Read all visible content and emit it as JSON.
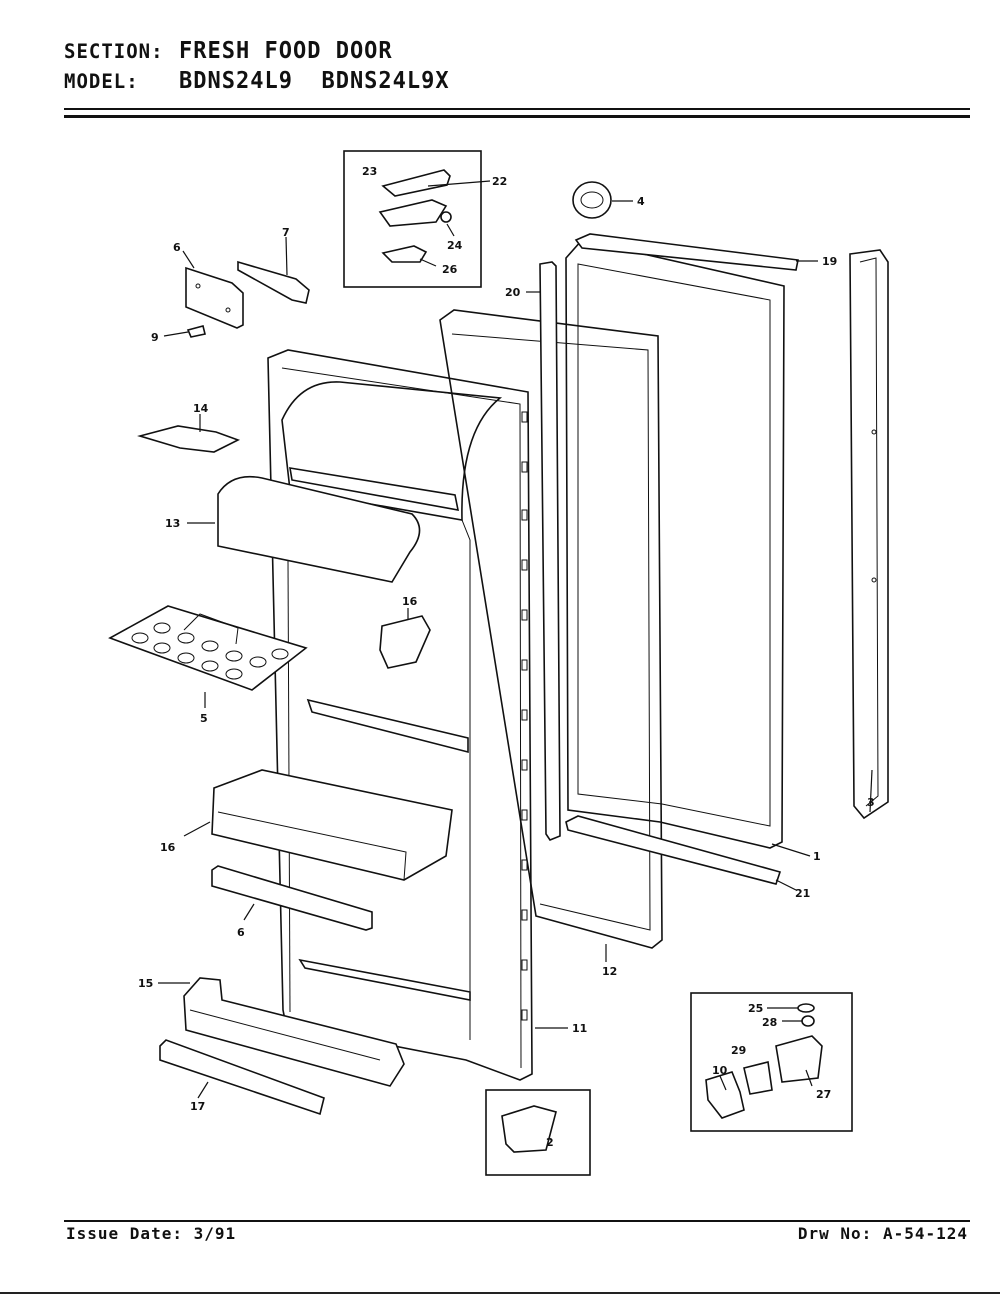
{
  "header": {
    "section_label": "SECTION:",
    "section_value": "FRESH FOOD DOOR",
    "model_label": "MODEL:",
    "model_value": "BDNS24L9  BDNS24L9X"
  },
  "footer": {
    "issue_date": "Issue Date: 3/91",
    "drawing_number": "Drw No: A-54-124"
  },
  "callouts": {
    "c1": "1",
    "c2": "2",
    "c3": "3",
    "c4": "4",
    "c5": "5",
    "c6a": "6",
    "c6b": "6",
    "c7": "7",
    "c9": "9",
    "c10": "10",
    "c11": "11",
    "c12": "12",
    "c13": "13",
    "c14": "14",
    "c15": "15",
    "c16a": "16",
    "c16b": "16",
    "c17": "17",
    "c19": "19",
    "c20": "20",
    "c21": "21",
    "c22": "22",
    "c23": "23",
    "c24": "24",
    "c25": "25",
    "c26": "26",
    "c27": "27",
    "c28": "28",
    "c29": "29"
  }
}
